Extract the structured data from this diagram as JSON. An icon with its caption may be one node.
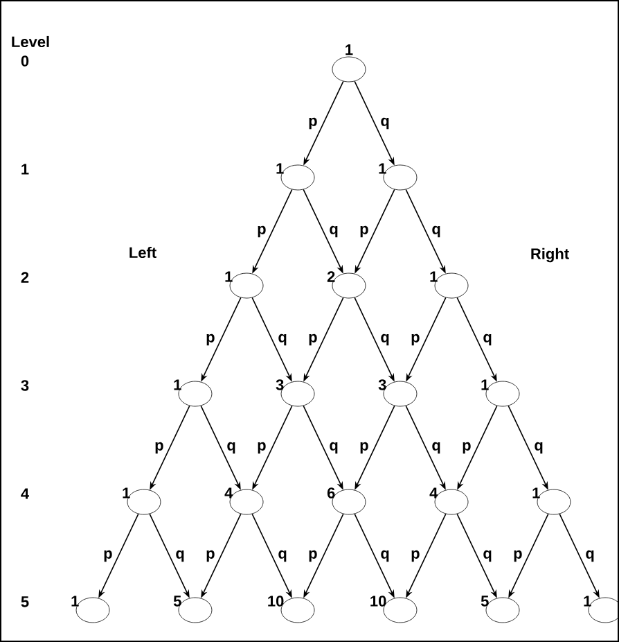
{
  "diagram": {
    "nodes": [
      {
        "text": [],
        "shape": "ellipse",
        "beside": [
          "1"
        ]
      },
      {
        "text": [],
        "shape": "ellipse",
        "beside": [
          "1"
        ]
      },
      {
        "text": [],
        "shape": "ellipse",
        "beside": [
          "1"
        ]
      },
      {
        "text": [],
        "shape": "ellipse",
        "beside": [
          "1"
        ]
      },
      {
        "text": [],
        "shape": "ellipse",
        "beside": [
          "2"
        ]
      },
      {
        "text": [],
        "shape": "ellipse",
        "beside": [
          "1"
        ]
      },
      {
        "text": [],
        "shape": "ellipse",
        "beside": [
          "1"
        ]
      },
      {
        "text": [],
        "shape": "ellipse",
        "beside": [
          "3"
        ]
      },
      {
        "text": [],
        "shape": "ellipse",
        "beside": [
          "3"
        ]
      },
      {
        "text": [],
        "shape": "ellipse",
        "beside": [
          "1"
        ]
      },
      {
        "text": [],
        "shape": "ellipse",
        "beside": [
          "1"
        ]
      },
      {
        "text": [],
        "shape": "ellipse",
        "beside": [
          "4"
        ]
      },
      {
        "text": [],
        "shape": "ellipse",
        "beside": [
          "6"
        ]
      },
      {
        "text": [],
        "shape": "ellipse",
        "beside": [
          "4"
        ]
      },
      {
        "text": [],
        "shape": "ellipse",
        "beside": [
          "1"
        ]
      },
      {
        "text": [],
        "shape": "ellipse",
        "beside": [
          "1"
        ]
      },
      {
        "text": [],
        "shape": "ellipse",
        "beside": [
          "5"
        ]
      },
      {
        "text": [],
        "shape": "ellipse",
        "beside": [
          "10"
        ]
      },
      {
        "text": [],
        "shape": "ellipse",
        "beside": [
          "10"
        ]
      },
      {
        "text": [],
        "shape": "ellipse",
        "beside": [
          "5"
        ]
      },
      {
        "text": [],
        "shape": "ellipse",
        "beside": [
          "1"
        ]
      }
    ],
    "edges": [
      {
        "from": 0,
        "to": 1,
        "arrow": "to",
        "label": "p"
      },
      {
        "from": 0,
        "to": 2,
        "arrow": "to",
        "label": "q"
      },
      {
        "from": 1,
        "to": 3,
        "arrow": "to",
        "label": "p"
      },
      {
        "from": 1,
        "to": 4,
        "arrow": "to",
        "label": "q"
      },
      {
        "from": 2,
        "to": 4,
        "arrow": "to",
        "label": "p"
      },
      {
        "from": 2,
        "to": 5,
        "arrow": "to",
        "label": "q"
      },
      {
        "from": 3,
        "to": 6,
        "arrow": "to",
        "label": "p"
      },
      {
        "from": 3,
        "to": 7,
        "arrow": "to",
        "label": "q"
      },
      {
        "from": 4,
        "to": 7,
        "arrow": "to",
        "label": "p"
      },
      {
        "from": 4,
        "to": 8,
        "arrow": "to",
        "label": "q"
      },
      {
        "from": 5,
        "to": 8,
        "arrow": "to",
        "label": "p"
      },
      {
        "from": 5,
        "to": 9,
        "arrow": "to",
        "label": "q"
      },
      {
        "from": 6,
        "to": 10,
        "arrow": "to",
        "label": "p"
      },
      {
        "from": 6,
        "to": 11,
        "arrow": "to",
        "label": "q"
      },
      {
        "from": 7,
        "to": 11,
        "arrow": "to",
        "label": "p"
      },
      {
        "from": 7,
        "to": 12,
        "arrow": "to",
        "label": "q"
      },
      {
        "from": 8,
        "to": 12,
        "arrow": "to",
        "label": "p"
      },
      {
        "from": 8,
        "to": 13,
        "arrow": "to",
        "label": "q"
      },
      {
        "from": 9,
        "to": 13,
        "arrow": "to",
        "label": "p"
      },
      {
        "from": 9,
        "to": 14,
        "arrow": "to",
        "label": "q"
      },
      {
        "from": 10,
        "to": 15,
        "arrow": "to",
        "label": "p"
      },
      {
        "from": 10,
        "to": 16,
        "arrow": "to",
        "label": "q"
      },
      {
        "from": 11,
        "to": 16,
        "arrow": "to",
        "label": "p"
      },
      {
        "from": 11,
        "to": 17,
        "arrow": "to",
        "label": "q"
      },
      {
        "from": 12,
        "to": 17,
        "arrow": "to",
        "label": "p"
      },
      {
        "from": 12,
        "to": 18,
        "arrow": "to",
        "label": "q"
      },
      {
        "from": 13,
        "to": 18,
        "arrow": "to",
        "label": "p"
      },
      {
        "from": 13,
        "to": 19,
        "arrow": "to",
        "label": "q"
      },
      {
        "from": 14,
        "to": 19,
        "arrow": "to",
        "label": "p"
      },
      {
        "from": 14,
        "to": 20,
        "arrow": "to",
        "label": "q"
      }
    ],
    "labels": [
      "Level",
      "0",
      "1",
      "2",
      "3",
      "4",
      "5",
      "Left",
      "Right"
    ]
  }
}
